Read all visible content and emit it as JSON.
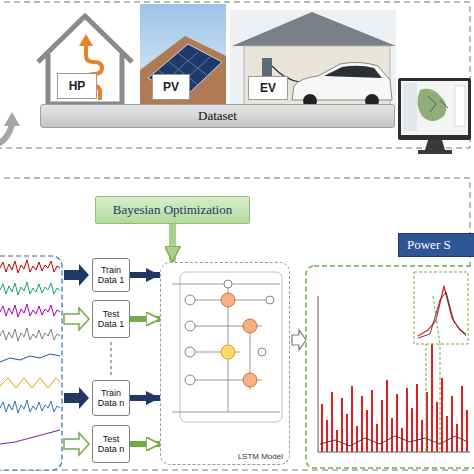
{
  "diagram": {
    "nodes": [
      {
        "text": [
          "HP"
        ]
      },
      {
        "text": [
          "PV"
        ]
      },
      {
        "text": [
          "EV"
        ]
      },
      {
        "text": [
          "Dataset"
        ]
      },
      {
        "text": [
          "Bayesian Optimization"
        ]
      },
      {
        "text": [
          "Train Data 1"
        ]
      },
      {
        "text": [
          "Test Data 1"
        ]
      },
      {
        "text": [
          "Train Data n"
        ]
      },
      {
        "text": [
          "Test Data n"
        ]
      },
      {
        "text": [
          "LSTM Model"
        ]
      },
      {
        "text": [
          "Power S"
        ]
      }
    ],
    "edges": [
      {
        "from": 4,
        "to": 9,
        "arrow": "to"
      },
      {
        "from": 5,
        "to": 9,
        "arrow": "to"
      },
      {
        "from": 6,
        "to": 9,
        "arrow": "to"
      },
      {
        "from": 7,
        "to": 9,
        "arrow": "to"
      },
      {
        "from": 8,
        "to": 9,
        "arrow": "to"
      }
    ]
  }
}
